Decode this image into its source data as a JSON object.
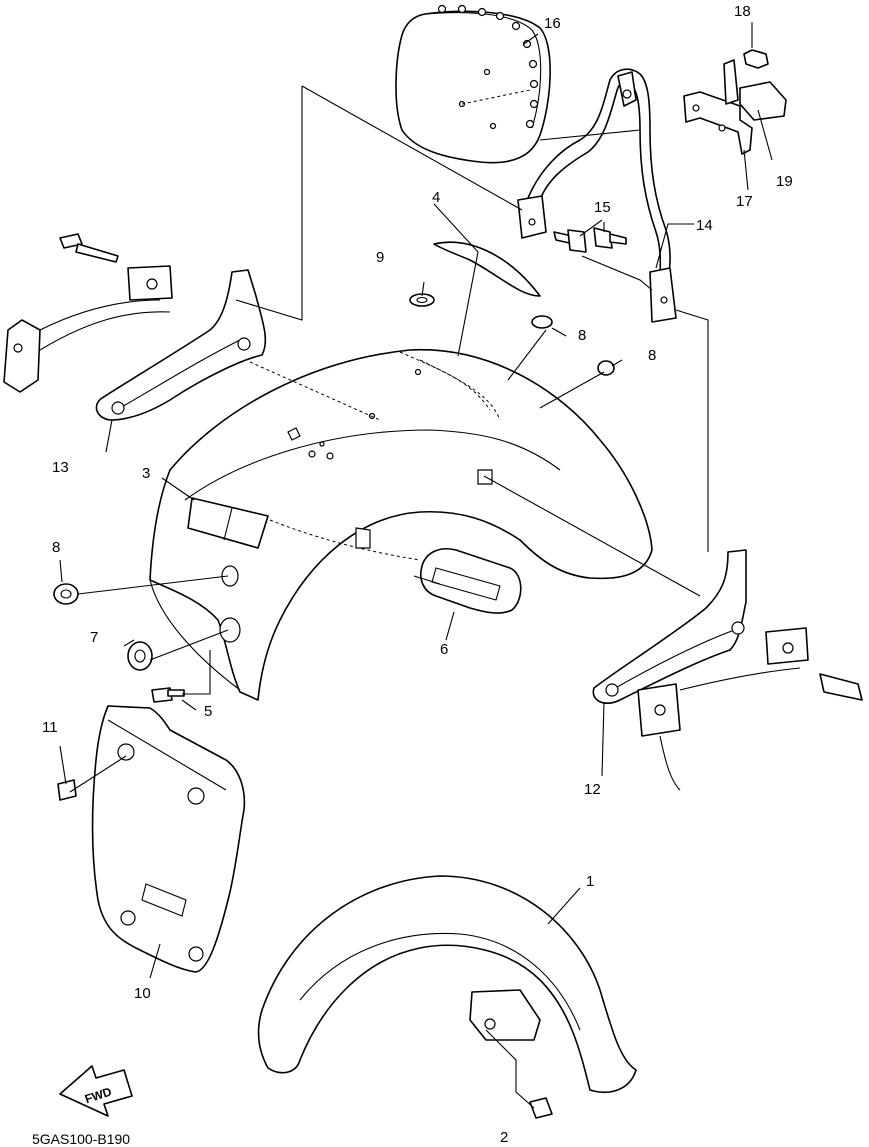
{
  "diagram": {
    "code": "5GAS100-B190",
    "direction_label": "FWD",
    "callouts": {
      "c1": "1",
      "c2": "2",
      "c3": "3",
      "c4": "4",
      "c5": "5",
      "c6": "6",
      "c7": "7",
      "c8a": "8",
      "c8b": "8",
      "c8c": "8",
      "c9": "9",
      "c10": "10",
      "c11": "11",
      "c12": "12",
      "c13": "13",
      "c14": "14",
      "c15": "15",
      "c16": "16",
      "c17": "17",
      "c18": "18",
      "c19": "19"
    }
  }
}
